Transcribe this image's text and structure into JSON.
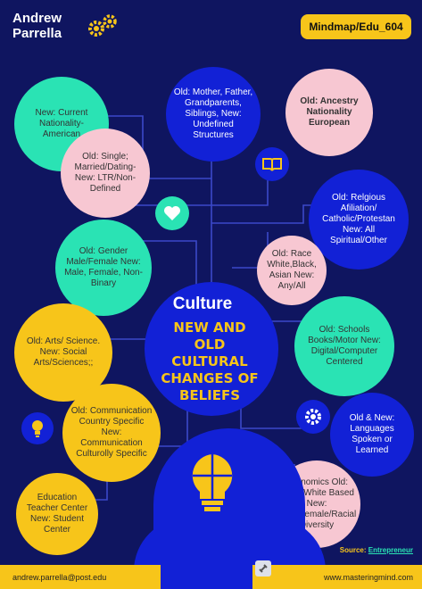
{
  "header": {
    "brand_line1": "Andrew",
    "brand_line2": "Parrella",
    "tag": "Mindmap/Edu_604"
  },
  "center": {
    "title": "Culture",
    "subtitle_lines": [
      "NEW AND",
      "OLD",
      "CULTURAL",
      "CHANGES OF",
      "BELIEFS"
    ]
  },
  "nodes": {
    "nationality_new": "New: Current Nationality- American",
    "family": "Old: Mother, Father, Grandparents, Siblings, New: Undefined Structures",
    "ancestry": "Old: Ancestry Nationality European",
    "single": "Old: Single; Married/Dating-New: LTR/Non-Defined",
    "religious": "Old: Relgious Afiliation/ Catholic/Protestan New: All Spiritual/Other",
    "gender": "Old: Gender Male/Female New: Male, Female, Non-Binary",
    "race": "Old: Race White,Black, Asian New: Any/All",
    "arts": "Old: Arts/ Science. New: Social Arts/Sciences;;",
    "schools": "Old: Schools Books/Motor New: Digital/Computer Centered",
    "communication": "Old: Communication Country Specific New: Communication Culturolly Specific",
    "languages": "Old & New: Languages Spoken or Learned",
    "education": "Education Teacher Center New: Student Center",
    "economics": "Economics Old: Male/ White Based New: Male/Female/Racial Diversity"
  },
  "source": {
    "label": "Source:",
    "link": "Entrepreneur"
  },
  "footer": {
    "email": "andrew.parrella@post.edu",
    "website": "www.masteringmind.com"
  },
  "icons": [
    "gear-icon",
    "heart-icon",
    "book-icon",
    "bulb-icon",
    "settings-icon",
    "puzzle-bulb-icon",
    "link-icon"
  ],
  "colors": {
    "background": "#0f1560",
    "yellow": "#f7c51a",
    "green": "#2ae3b4",
    "pink": "#f7c7d2",
    "blue": "#1221d6"
  }
}
